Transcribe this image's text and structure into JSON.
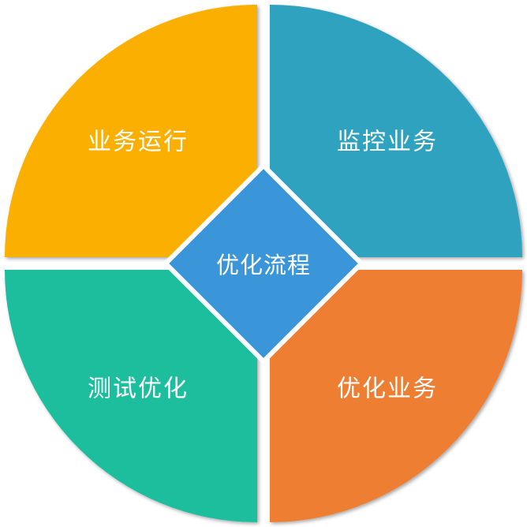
{
  "diagram": {
    "center": {
      "label": "优化流程",
      "color": "#3A96D8"
    },
    "quadrants": [
      {
        "id": "top-left",
        "label": "业务运行",
        "color": "#FBAF00"
      },
      {
        "id": "top-right",
        "label": "监控业务",
        "color": "#2EA2BE"
      },
      {
        "id": "bottom-left",
        "label": "测试优化",
        "color": "#1EBE9D"
      },
      {
        "id": "bottom-right",
        "label": "优化业务",
        "color": "#EE7E32"
      }
    ]
  }
}
